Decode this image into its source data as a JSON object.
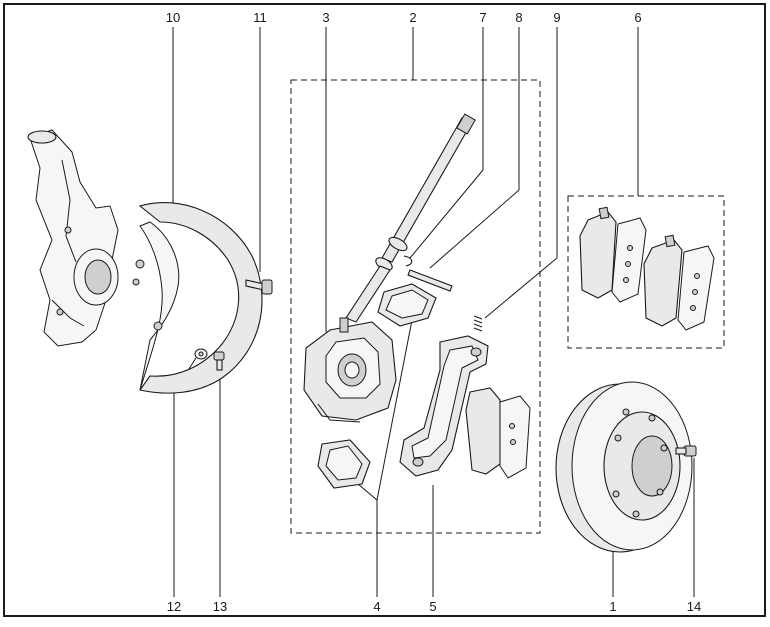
{
  "diagram": {
    "callouts_top": [
      "10",
      "11",
      "3",
      "2",
      "7",
      "8",
      "9",
      "6"
    ],
    "callouts_bottom": [
      "12",
      "13",
      "4",
      "5",
      "1",
      "14"
    ]
  }
}
